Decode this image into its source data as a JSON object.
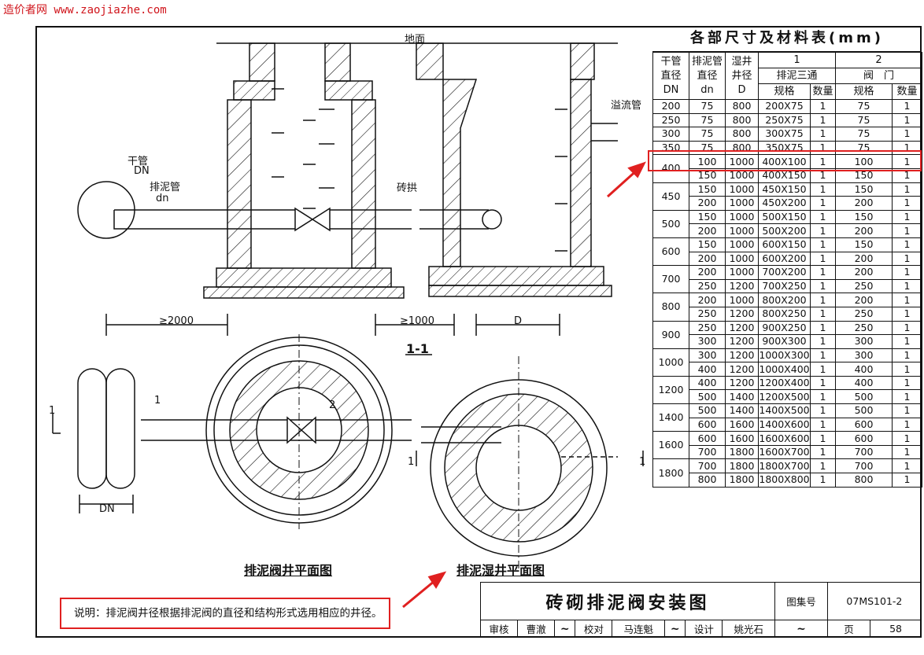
{
  "watermark": "造价者网 www.zaojiazhe.com",
  "section": {
    "ground_label": "地面",
    "overflow_label": "溢流管",
    "main_pipe_label": "干管",
    "main_pipe_sub": "DN",
    "drain_pipe_label": "排泥管",
    "drain_pipe_sub": "dn",
    "brick_arch_label": "砖拱",
    "dim_2000": "≥2000",
    "dim_1000": "≥1000",
    "dim_D": "D",
    "section_mark": "1-1"
  },
  "plan": {
    "left_title": "排泥阀井平面图",
    "right_title": "排泥湿井平面图",
    "dn_label": "DN",
    "mark_1": "1",
    "mark_2": "2",
    "cut_1": "1"
  },
  "table": {
    "title": "各部尺寸及材料表(mm)",
    "col1_num": "1",
    "col2_num": "2",
    "h_main": "干管",
    "h_main2": "直径",
    "h_main3": "DN",
    "h_drain": "排泥管",
    "h_drain2": "直径",
    "h_drain3": "dn",
    "h_well": "湿井",
    "h_well2": "井径",
    "h_well3": "D",
    "h_tee": "排泥三通",
    "h_valve": "阀　门",
    "h_spec": "规格",
    "h_qty": "数量",
    "h_spec2": "规格",
    "h_qty2": "数量",
    "groups": [
      {
        "DN": "200",
        "rows": [
          [
            "75",
            "800",
            "200X75",
            "1",
            "75",
            "1"
          ]
        ]
      },
      {
        "DN": "250",
        "rows": [
          [
            "75",
            "800",
            "250X75",
            "1",
            "75",
            "1"
          ]
        ]
      },
      {
        "DN": "300",
        "rows": [
          [
            "75",
            "800",
            "300X75",
            "1",
            "75",
            "1"
          ]
        ]
      },
      {
        "DN": "350",
        "rows": [
          [
            "75",
            "800",
            "350X75",
            "1",
            "75",
            "1"
          ]
        ]
      },
      {
        "DN": "400",
        "rows": [
          [
            "100",
            "1000",
            "400X100",
            "1",
            "100",
            "1"
          ],
          [
            "150",
            "1000",
            "400X150",
            "1",
            "150",
            "1"
          ]
        ]
      },
      {
        "DN": "450",
        "rows": [
          [
            "150",
            "1000",
            "450X150",
            "1",
            "150",
            "1"
          ],
          [
            "200",
            "1000",
            "450X200",
            "1",
            "200",
            "1"
          ]
        ]
      },
      {
        "DN": "500",
        "rows": [
          [
            "150",
            "1000",
            "500X150",
            "1",
            "150",
            "1"
          ],
          [
            "200",
            "1000",
            "500X200",
            "1",
            "200",
            "1"
          ]
        ]
      },
      {
        "DN": "600",
        "rows": [
          [
            "150",
            "1000",
            "600X150",
            "1",
            "150",
            "1"
          ],
          [
            "200",
            "1000",
            "600X200",
            "1",
            "200",
            "1"
          ]
        ]
      },
      {
        "DN": "700",
        "rows": [
          [
            "200",
            "1000",
            "700X200",
            "1",
            "200",
            "1"
          ],
          [
            "250",
            "1200",
            "700X250",
            "1",
            "250",
            "1"
          ]
        ]
      },
      {
        "DN": "800",
        "rows": [
          [
            "200",
            "1000",
            "800X200",
            "1",
            "200",
            "1"
          ],
          [
            "250",
            "1200",
            "800X250",
            "1",
            "250",
            "1"
          ]
        ]
      },
      {
        "DN": "900",
        "rows": [
          [
            "250",
            "1200",
            "900X250",
            "1",
            "250",
            "1"
          ],
          [
            "300",
            "1200",
            "900X300",
            "1",
            "300",
            "1"
          ]
        ]
      },
      {
        "DN": "1000",
        "rows": [
          [
            "300",
            "1200",
            "1000X300",
            "1",
            "300",
            "1"
          ],
          [
            "400",
            "1200",
            "1000X400",
            "1",
            "400",
            "1"
          ]
        ]
      },
      {
        "DN": "1200",
        "rows": [
          [
            "400",
            "1200",
            "1200X400",
            "1",
            "400",
            "1"
          ],
          [
            "500",
            "1400",
            "1200X500",
            "1",
            "500",
            "1"
          ]
        ]
      },
      {
        "DN": "1400",
        "rows": [
          [
            "500",
            "1400",
            "1400X500",
            "1",
            "500",
            "1"
          ],
          [
            "600",
            "1600",
            "1400X600",
            "1",
            "600",
            "1"
          ]
        ]
      },
      {
        "DN": "1600",
        "rows": [
          [
            "600",
            "1600",
            "1600X600",
            "1",
            "600",
            "1"
          ],
          [
            "700",
            "1800",
            "1600X700",
            "1",
            "700",
            "1"
          ]
        ]
      },
      {
        "DN": "1800",
        "rows": [
          [
            "700",
            "1800",
            "1800X700",
            "1",
            "700",
            "1"
          ],
          [
            "800",
            "1800",
            "1800X800",
            "1",
            "800",
            "1"
          ]
        ]
      }
    ]
  },
  "note": "说明：排泥阀井径根据排泥阀的直径和结构形式选用相应的井径。",
  "title_block": {
    "title": "砖砌排泥阀安装图",
    "atlas_label": "图集号",
    "atlas_no": "07MS101-2",
    "review_label": "审核",
    "reviewer": "曹澈",
    "check_label": "校对",
    "checker": "马连魁",
    "design_label": "设计",
    "designer": "姚光石",
    "page_label": "页",
    "page_no": "58"
  },
  "colors": {
    "highlight": "#e02020",
    "line": "#111111"
  }
}
